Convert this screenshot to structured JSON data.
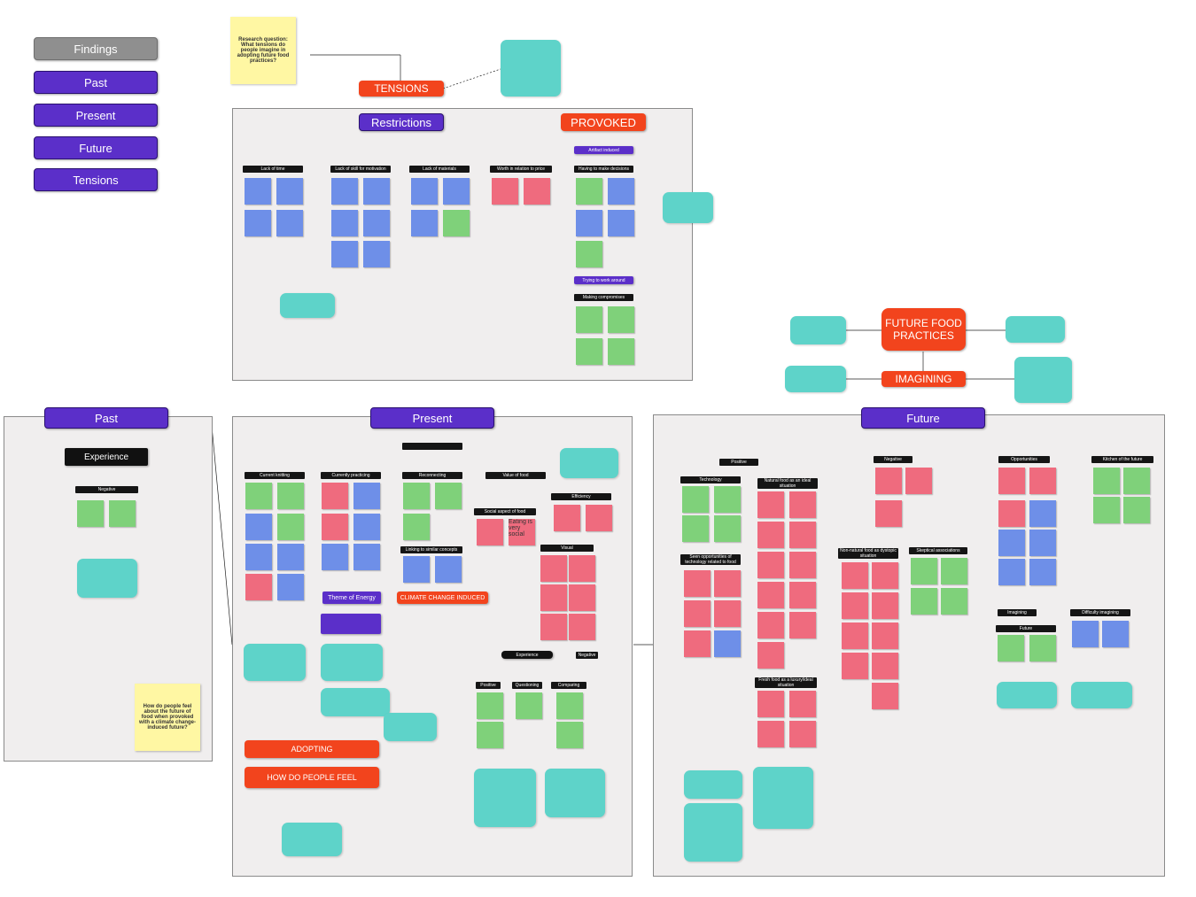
{
  "legend": [
    "Findings",
    "Past",
    "Present",
    "Future",
    "Tensions"
  ],
  "research_question": "Research question: What tensions do people imagine in adopting future food practices?",
  "top": {
    "tensions": "TENSIONS",
    "restrictions": "Restrictions",
    "provoked": "PROVOKED",
    "artifact_induced": "Artifact induced",
    "making_compromises": "Making compromises",
    "trying_to_work_around": "Trying to work around",
    "cat1": "Lack of time",
    "cat2": "Lack of skill for motivation",
    "cat3": "Lack of materials",
    "cat4": "Worth in relation to price",
    "cat5": "Having to make decisions"
  },
  "future_food": "FUTURE FOOD PRACTICES",
  "imagining": "IMAGINING",
  "past": {
    "title": "Past",
    "experience": "Experience",
    "negative": "Negative",
    "question": "How do people feel about the future of food when provoked with a climate change-induced future?"
  },
  "present": {
    "title": "Present",
    "theme_energy": "Theme of Energy",
    "climate_change": "CLIMATE CHANGE INDUCED",
    "adopting": "ADOPTING",
    "how_feel": "HOW DO PEOPLE FEEL",
    "experience": "Experience",
    "positive": "Positive",
    "cat_a": "Current knitting",
    "cat_b": "Currently practicing",
    "cat_c": "Reconnecting",
    "cat_d": "Value of food",
    "efficiency": "Efficiency",
    "social_aspect": "Social aspect of food",
    "linking_similar": "Linking to similar concepts",
    "visual": "Visual",
    "eating_social": "Eating is very social",
    "pos": "Positive",
    "questioning": "Questioning",
    "comparing": "Comparing",
    "negative": "Negative"
  },
  "future": {
    "title": "Future",
    "positive": "Positive",
    "negative": "Negative",
    "opportunities": "Opportunities",
    "kitchen": "Kitchen of the future",
    "technology": "Technology",
    "natural_food": "Natural food as an ideal situation",
    "seen_opportunities": "Seen opportunities of technology related to food",
    "nonnatural": "Non-natural food as dystopic situation",
    "skeptical": "Skeptical associations",
    "fresh_food": "Fresh food as a luxury/ideal situation",
    "imagining": "Imagining",
    "difficulty": "Difficulty imagining",
    "future_small": "Future"
  }
}
